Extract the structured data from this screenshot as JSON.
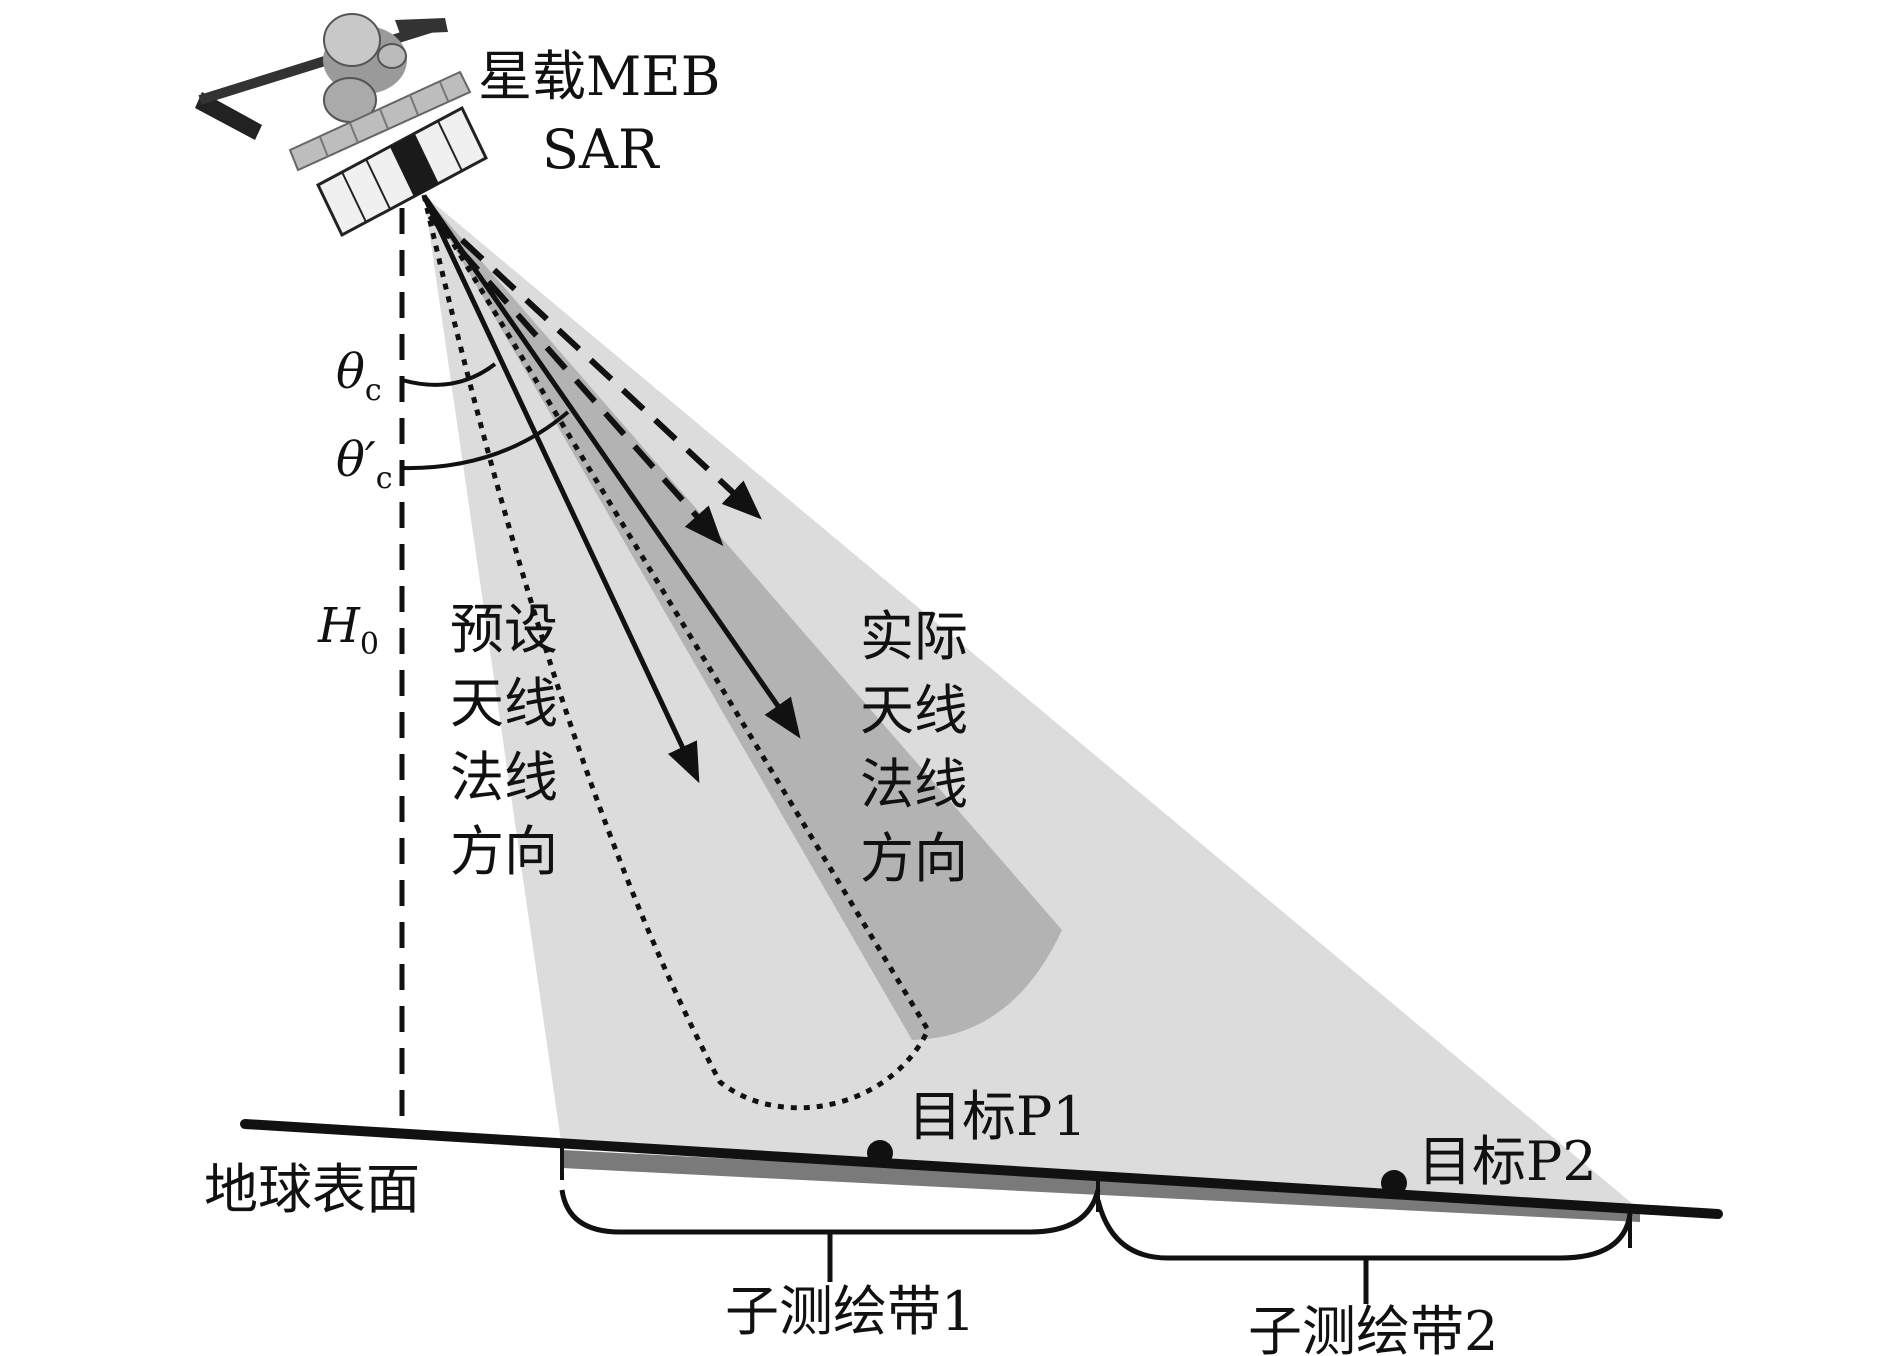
{
  "satellite": {
    "name_line1": "星载MEB",
    "name_line2": "SAR"
  },
  "symbols": {
    "theta_c_main": "θ",
    "theta_c_sub": "c",
    "theta_cp_main": "θ′",
    "theta_cp_sub": "c",
    "h0_main": "H",
    "h0_sub": "0"
  },
  "preset_normal": [
    "预设",
    "天线",
    "法线",
    "方向"
  ],
  "actual_normal": [
    "实际",
    "天线",
    "法线",
    "方向"
  ],
  "earth_surface": "地球表面",
  "targets": {
    "p1": "目标P1",
    "p2": "目标P2"
  },
  "subswaths": {
    "s1": "子测绘带1",
    "s2": "子测绘带2"
  },
  "colors": {
    "beam_light": "#dcdcdc",
    "beam_dark": "#b3b3b3",
    "swath_band": "#7a7a7a",
    "ink": "#111111"
  }
}
